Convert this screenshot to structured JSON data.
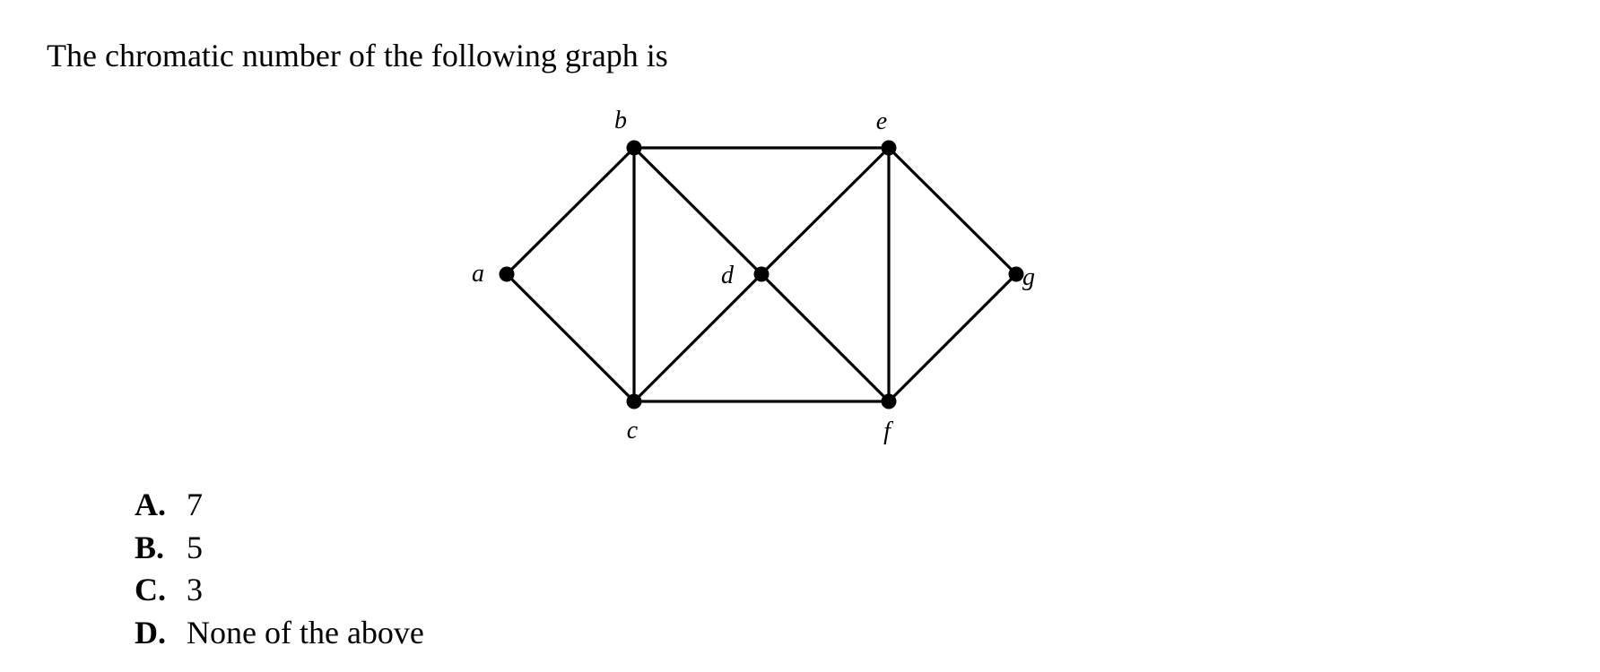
{
  "question": {
    "text": "The chromatic number of the following graph is"
  },
  "graph": {
    "vertices": [
      {
        "id": "a",
        "label": "a"
      },
      {
        "id": "b",
        "label": "b"
      },
      {
        "id": "c",
        "label": "c"
      },
      {
        "id": "d",
        "label": "d"
      },
      {
        "id": "e",
        "label": "e"
      },
      {
        "id": "f",
        "label": "f"
      },
      {
        "id": "g",
        "label": "g"
      }
    ],
    "edges": [
      [
        "a",
        "b"
      ],
      [
        "a",
        "c"
      ],
      [
        "b",
        "c"
      ],
      [
        "b",
        "e"
      ],
      [
        "b",
        "d"
      ],
      [
        "c",
        "d"
      ],
      [
        "c",
        "f"
      ],
      [
        "d",
        "e"
      ],
      [
        "d",
        "f"
      ],
      [
        "e",
        "f"
      ],
      [
        "e",
        "g"
      ],
      [
        "f",
        "g"
      ]
    ]
  },
  "options": [
    {
      "letter": "A.",
      "text": "7"
    },
    {
      "letter": "B.",
      "text": "5"
    },
    {
      "letter": "C.",
      "text": "3"
    },
    {
      "letter": "D.",
      "text": "None of the above"
    }
  ]
}
